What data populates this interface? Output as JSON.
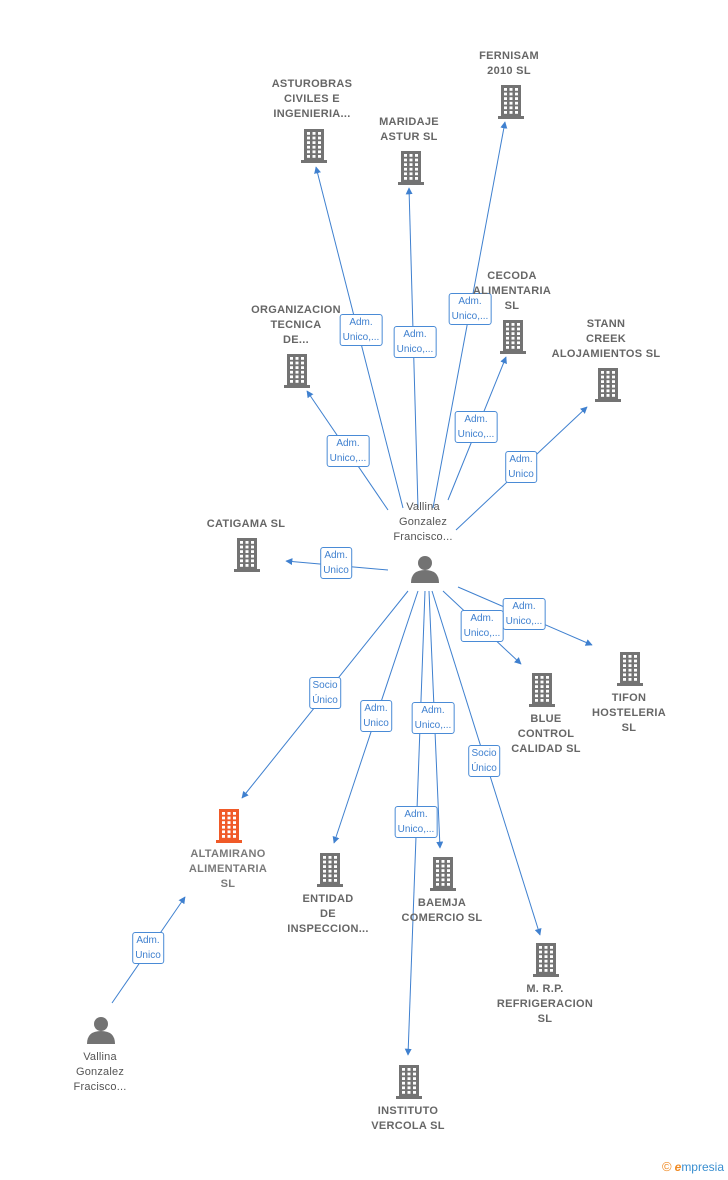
{
  "companies": [
    {
      "id": "asturobras",
      "label": "ASTUROBRAS\nCIVILES E\nINGENIERIA..."
    },
    {
      "id": "fernisam",
      "label": "FERNISAM\n2010 SL"
    },
    {
      "id": "maridaje",
      "label": "MARIDAJE\nASTUR  SL"
    },
    {
      "id": "cecoda",
      "label": "CECODA\nALIMENTARIA\nSL"
    },
    {
      "id": "organizacion",
      "label": "ORGANIZACION\nTECNICA\nDE..."
    },
    {
      "id": "stann",
      "label": "STANN\nCREEK\nALOJAMIENTOS SL"
    },
    {
      "id": "catigama",
      "label": "CATIGAMA  SL"
    },
    {
      "id": "tifon",
      "label": "TIFON\nHOSTELERIA\nSL"
    },
    {
      "id": "blue",
      "label": "BLUE\nCONTROL\nCALIDAD  SL"
    },
    {
      "id": "altamirano",
      "label": "ALTAMIRANO\nALIMENTARIA\nSL",
      "highlight": true
    },
    {
      "id": "entidad",
      "label": "ENTIDAD\nDE\nINSPECCION..."
    },
    {
      "id": "baemja",
      "label": "BAEMJA\nCOMERCIO  SL"
    },
    {
      "id": "mrp",
      "label": "M. R.P.\nREFRIGERACION\nSL"
    },
    {
      "id": "instituto",
      "label": "INSTITUTO\nVERCOLA  SL"
    }
  ],
  "persons": [
    {
      "id": "vallina_francisco",
      "label": "Vallina\nGonzalez\nFrancisco..."
    },
    {
      "id": "vallina_fracisco",
      "label": "Vallina\nGonzalez\nFracisco..."
    }
  ],
  "edges": [
    {
      "from": "vallina_francisco",
      "to": "asturobras",
      "label": "Adm.\nUnico,..."
    },
    {
      "from": "vallina_francisco",
      "to": "maridaje",
      "label": "Adm.\nUnico,..."
    },
    {
      "from": "vallina_francisco",
      "to": "fernisam",
      "label": "Adm.\nUnico,..."
    },
    {
      "from": "vallina_francisco",
      "to": "cecoda",
      "label": "Adm.\nUnico,..."
    },
    {
      "from": "vallina_francisco",
      "to": "organizacion",
      "label": "Adm.\nUnico,..."
    },
    {
      "from": "vallina_francisco",
      "to": "stann",
      "label": "Adm.\nUnico"
    },
    {
      "from": "vallina_francisco",
      "to": "catigama",
      "label": "Adm.\nUnico"
    },
    {
      "from": "vallina_francisco",
      "to": "tifon",
      "label": "Adm.\nUnico,..."
    },
    {
      "from": "vallina_francisco",
      "to": "blue",
      "label": "Adm.\nUnico,..."
    },
    {
      "from": "vallina_francisco",
      "to": "altamirano",
      "label": "Socio\nÚnico"
    },
    {
      "from": "vallina_francisco",
      "to": "entidad",
      "label": "Adm.\nUnico"
    },
    {
      "from": "vallina_francisco",
      "to": "baemja",
      "label": "Adm.\nUnico,..."
    },
    {
      "from": "vallina_francisco",
      "to": "mrp",
      "label": "Socio\nÚnico"
    },
    {
      "from": "vallina_francisco",
      "to": "instituto",
      "label": "Adm.\nUnico,..."
    },
    {
      "from": "vallina_fracisco",
      "to": "altamirano",
      "label": "Adm.\nUnico"
    }
  ],
  "colors": {
    "edge": "#3f80cf",
    "building": "#737373",
    "highlight": "#f05a28",
    "person": "#737373"
  },
  "brand": {
    "copyright": "©",
    "name_e": "e",
    "name_rest": "mpresia"
  }
}
